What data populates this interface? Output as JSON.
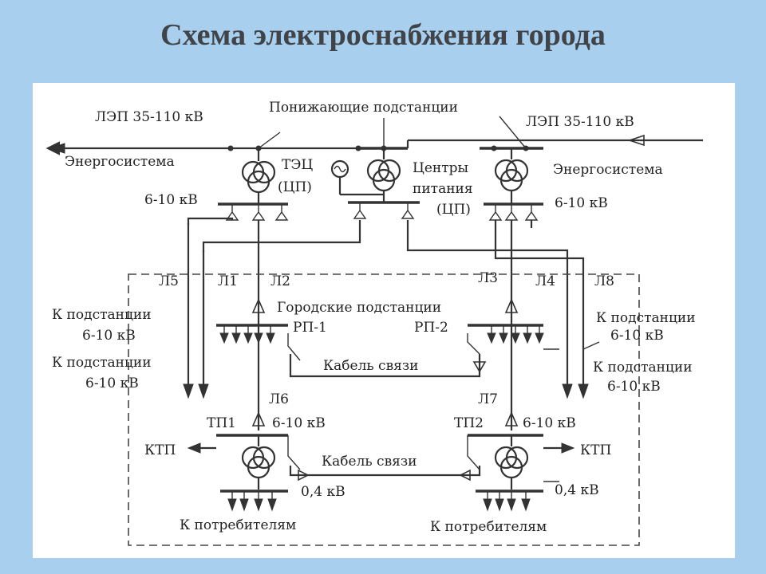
{
  "slide": {
    "title": "Схема электроснабжения города"
  },
  "diagram": {
    "lep_left": "ЛЭП 35-110 кВ",
    "lep_right": "ЛЭП 35-110 кВ",
    "step_down": "Понижающие подстанции",
    "grid_left": "Энергосистема",
    "grid_right": "Энергосистема",
    "chp_line1": "ТЭЦ",
    "chp_line2": "(ЦП)",
    "centers_line1": "Центры",
    "centers_line2": "питания",
    "centers_line3": "(ЦП)",
    "v6_10_left": "6-10 кВ",
    "v6_10_right": "6-10 кВ",
    "l5": "Л5",
    "l1": "Л1",
    "l2": "Л2",
    "l3": "Л3",
    "l4": "Л4",
    "l8": "Л8",
    "city_substations": "Городские подстанции",
    "rp1": "РП-1",
    "rp2": "РП-2",
    "to_sub_left_1a": "К подстанции",
    "to_sub_left_1b": "6-10 кВ",
    "to_sub_left_2a": "К подстанции",
    "to_sub_left_2b": "6-10 кВ",
    "to_sub_right_1a": "К подстанции",
    "to_sub_right_1b": "6-10 кВ",
    "to_sub_right_2a": "К подстанции",
    "to_sub_right_2b": "6-10 кВ",
    "tie_cable_top": "Кабель связи",
    "l6": "Л6",
    "l7": "Л7",
    "tp1": "ТП1",
    "tp2": "ТП2",
    "v6_10_tp1": "6-10 кВ",
    "v6_10_tp2": "6-10 кВ",
    "ktp_left": "КТП",
    "ktp_right": "КТП",
    "tie_cable_bottom": "Кабель связи",
    "v04_left": "0,4 кВ",
    "v04_right": "0,4 кВ",
    "consumers_left": "К потребителям",
    "consumers_right": "К потребителям"
  }
}
